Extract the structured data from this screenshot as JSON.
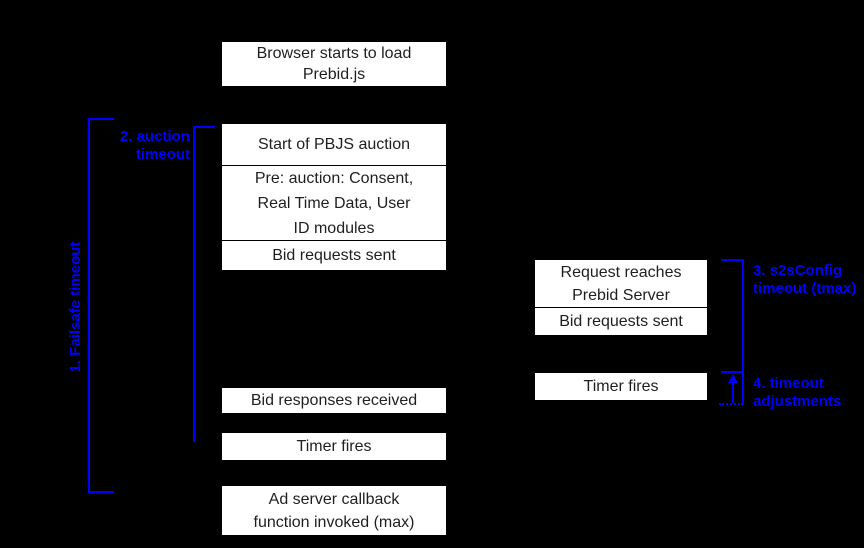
{
  "colors": {
    "background": "#000000",
    "box_fill": "#ffffff",
    "box_text": "#1f1f1f",
    "accent_blue": "#0000fe"
  },
  "boxes": {
    "browser_load": {
      "lines": [
        "Browser starts to load",
        "Prebid.js"
      ]
    },
    "start_auction": {
      "lines": [
        "Start of PBJS auction"
      ]
    },
    "pre_auction": {
      "lines": [
        "Pre: auction: Consent,",
        "Real Time Data, User",
        "ID modules"
      ]
    },
    "bid_requests_sent": {
      "lines": [
        "Bid requests sent"
      ]
    },
    "bid_responses_received": {
      "lines": [
        "Bid responses received"
      ]
    },
    "timer_fires_client": {
      "lines": [
        "Timer fires"
      ]
    },
    "ad_server_callback": {
      "lines": [
        "Ad server callback",
        "function invoked (max)"
      ]
    },
    "request_reaches_server": {
      "lines": [
        "Request reaches",
        "Prebid Server"
      ]
    },
    "bid_requests_sent_server": {
      "lines": [
        "Bid requests sent"
      ]
    },
    "timer_fires_server": {
      "lines": [
        "Timer fires"
      ]
    }
  },
  "labels": {
    "failsafe_timeout": {
      "text": "1. Failsafe timeout"
    },
    "auction_timeout": {
      "lines": [
        "2. auction",
        "timeout"
      ]
    },
    "s2s_timeout": {
      "lines": [
        "3. s2sConfig",
        "timeout (tmax)"
      ]
    },
    "timeout_adjustments": {
      "lines": [
        "4. timeout",
        "adjustments"
      ]
    }
  }
}
